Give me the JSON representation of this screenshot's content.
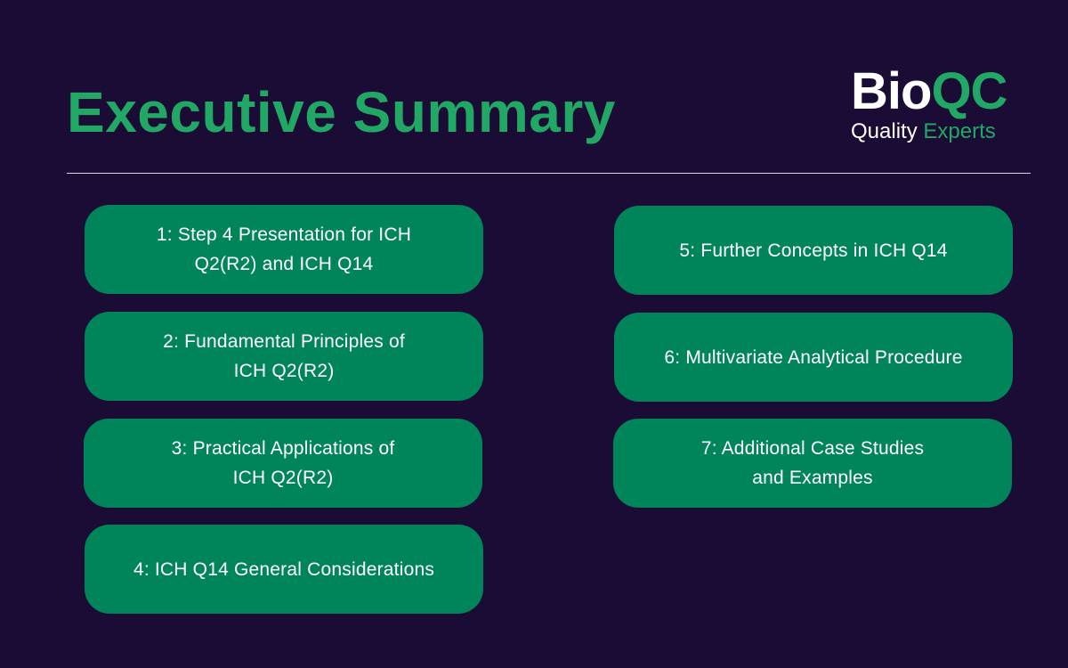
{
  "header": {
    "title": "Executive Summary"
  },
  "logo": {
    "bio": "Bio",
    "qc": "QC",
    "quality": "Quality",
    "experts": "Experts"
  },
  "sections": [
    {
      "line1": "1: Step 4 Presentation for ICH",
      "line2": "Q2(R2) and ICH Q14"
    },
    {
      "line1": "2: Fundamental Principles of",
      "line2": "ICH Q2(R2)"
    },
    {
      "line1": "3: Practical Applications of",
      "line2": "ICH Q2(R2)"
    },
    {
      "line1": "4: ICH Q14 General Considerations",
      "line2": ""
    },
    {
      "line1": "5: Further Concepts in ICH Q14",
      "line2": ""
    },
    {
      "line1": "6: Multivariate Analytical Procedure",
      "line2": ""
    },
    {
      "line1": "7: Additional Case Studies",
      "line2": "and Examples"
    }
  ],
  "colors": {
    "background": "#1b0c36",
    "accent": "#21a864",
    "card": "#00845a"
  }
}
